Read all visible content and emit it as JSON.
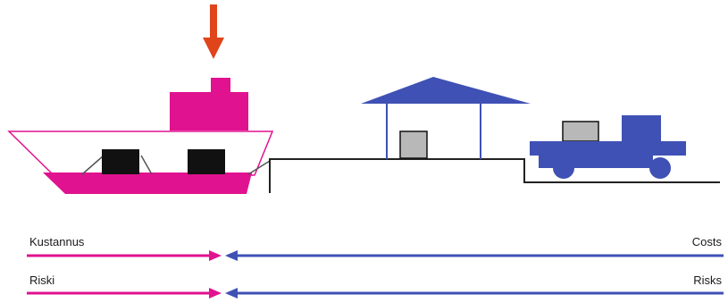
{
  "labels": {
    "left_cost": "Kustannus",
    "left_risk": "Riski",
    "right_cost": "Costs",
    "right_risk": "Risks"
  },
  "colors": {
    "seller": "#e0128f",
    "buyer": "#3f51b5",
    "transfer_arrow": "#e0441b",
    "cargo": "#111111",
    "warehouse_box": "#b8b8b8",
    "ground_line": "#222222"
  },
  "icons": {
    "transfer_point": "down-arrow-icon",
    "ship": "ship-icon",
    "warehouse": "warehouse-icon",
    "truck": "truck-icon"
  }
}
